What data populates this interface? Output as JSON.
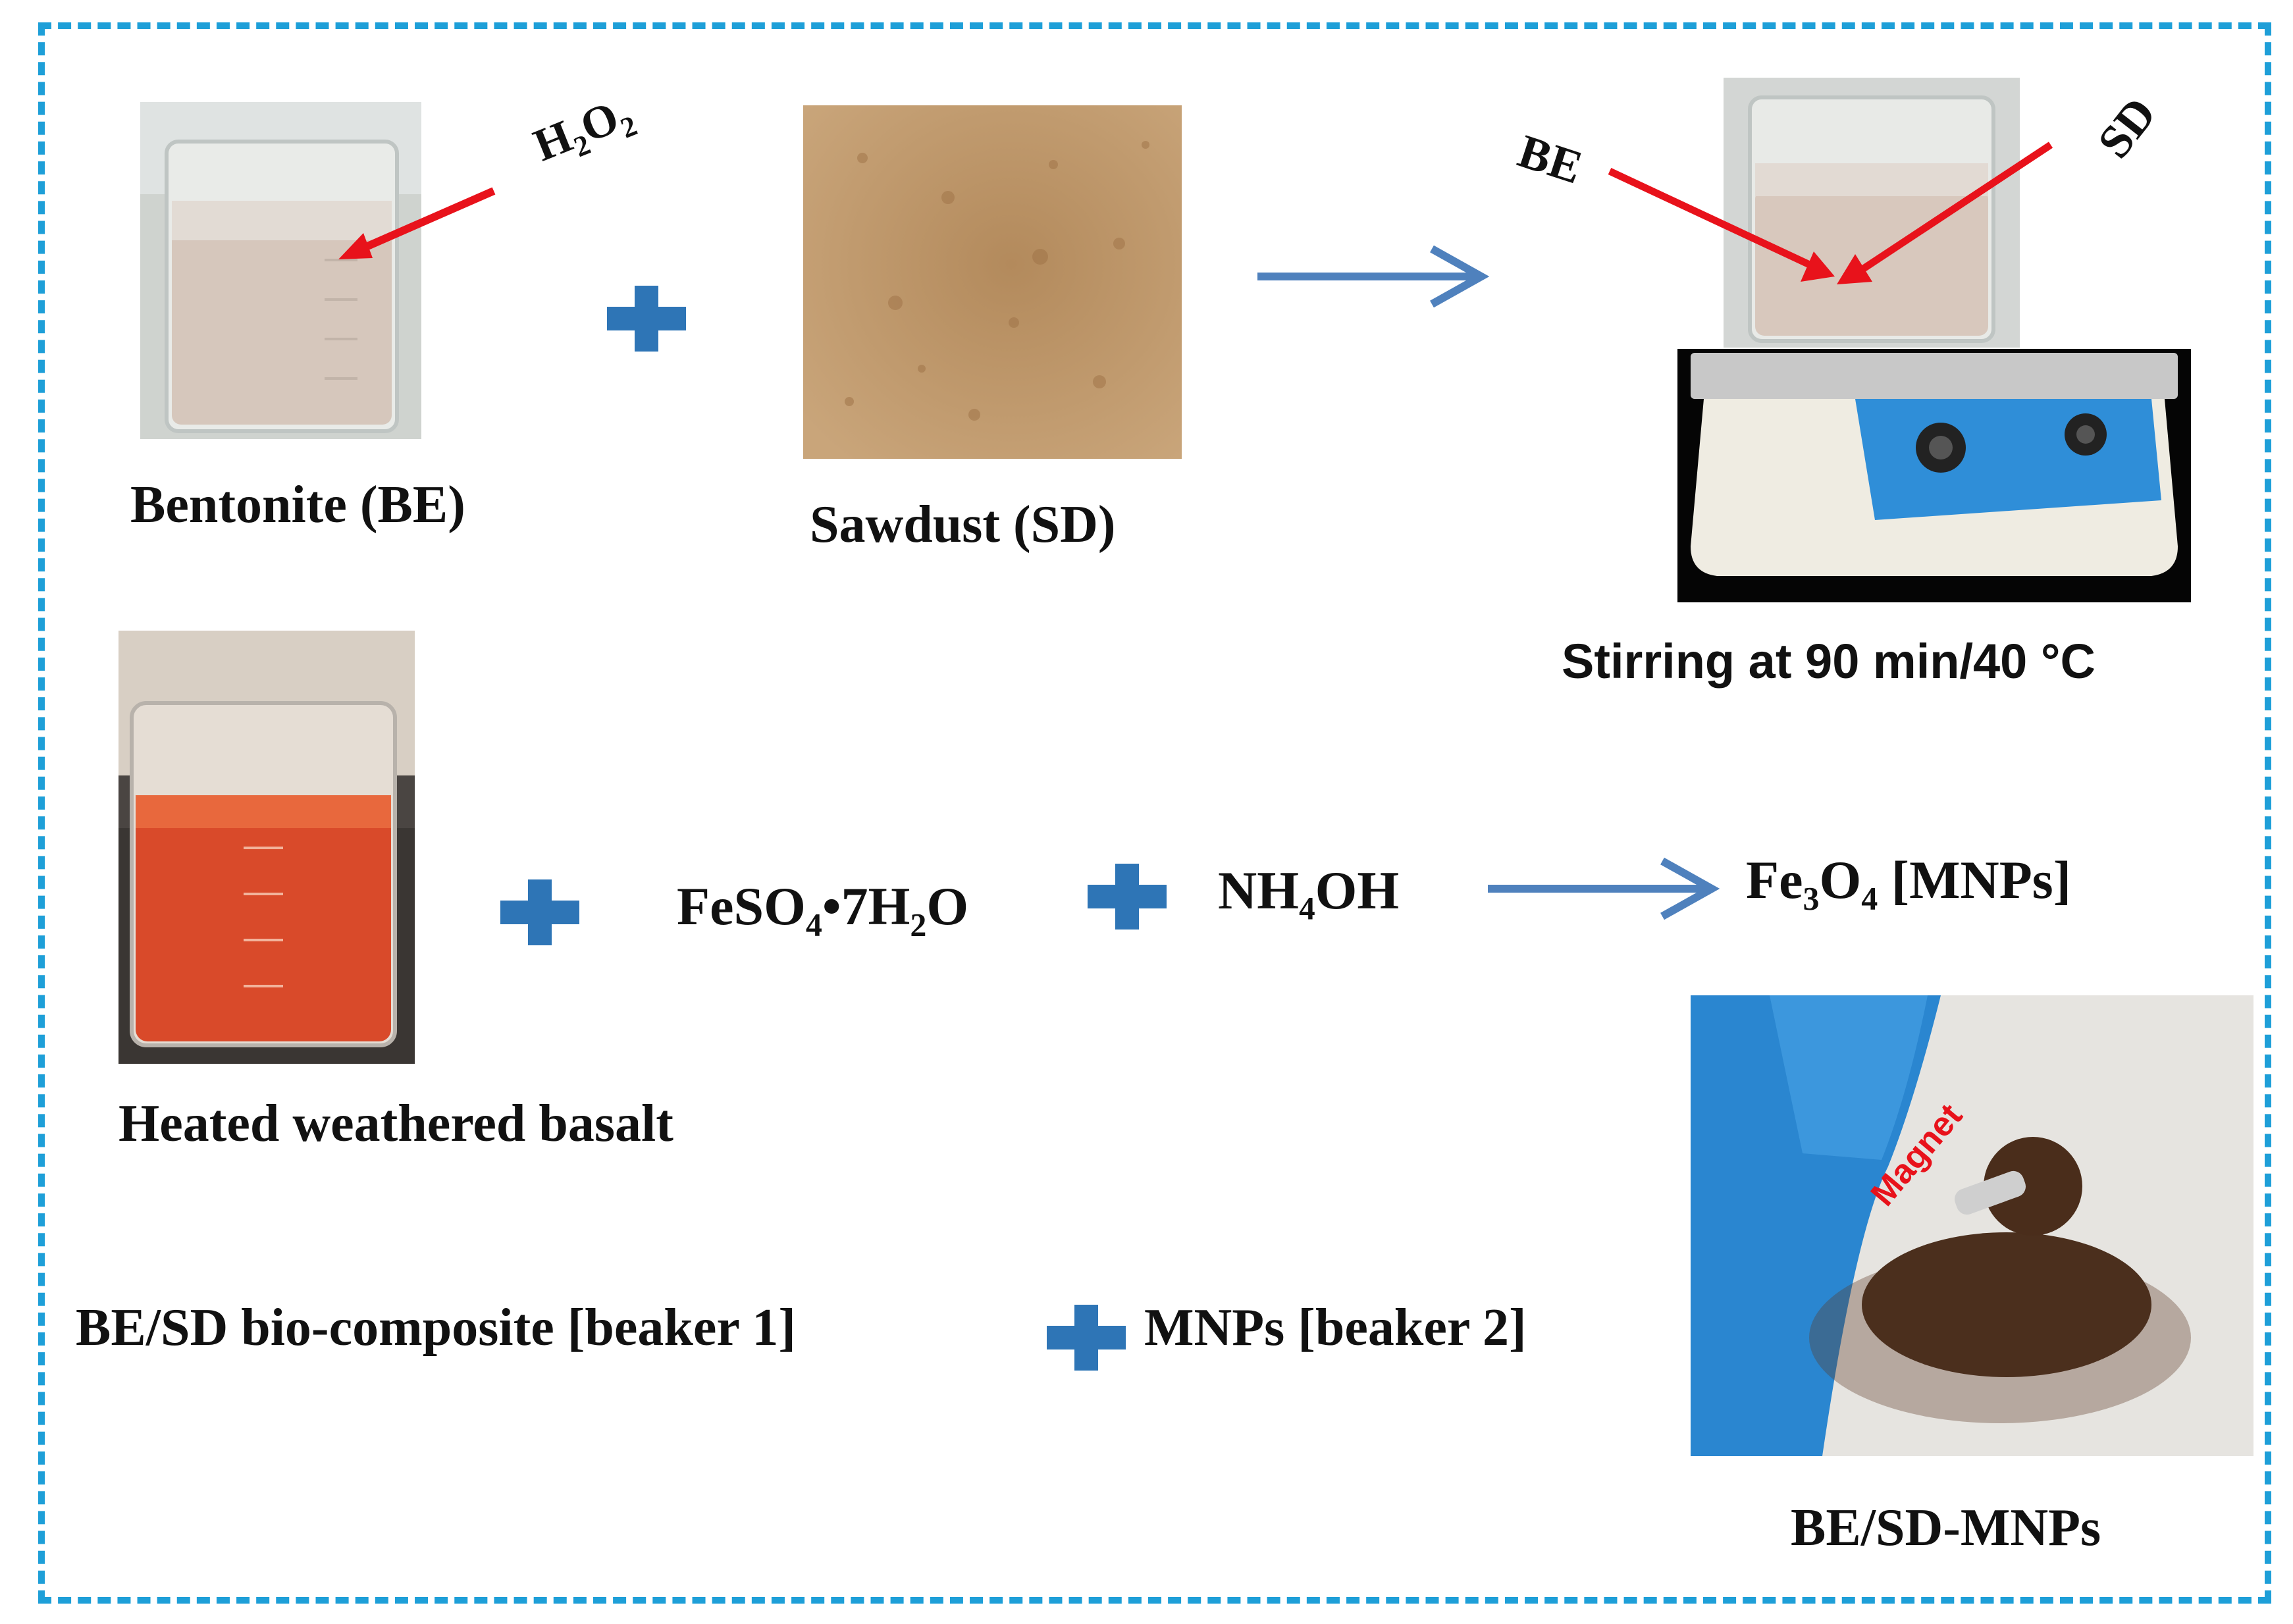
{
  "colors": {
    "frame": "#1e9fd8",
    "arrow": "#4f81bd",
    "plus": "#2e75b6",
    "pointer": "#e8121b"
  },
  "labels": {
    "bentonite": "Bentonite  (BE)",
    "sawdust": "Sawdust  (SD)",
    "stirring": "Stirring  at 90 min/40 °C",
    "basalt": "Heated weathered basalt",
    "composite": "BE/SD bio-composite [beaker 1]",
    "mnps_beaker": "MNPs [beaker 2]",
    "product": "BE/SD-MNPs"
  },
  "pointers": {
    "h2o2": {
      "base1": "H",
      "sub1": "2",
      "base2": "O",
      "sub2": "2"
    },
    "be": "BE",
    "sd": "SD",
    "magnet": "Magnet"
  },
  "formulas": {
    "feso4": {
      "a": "FeSO",
      "s1": "4",
      "b": "•7H",
      "s2": "2",
      "c": "O"
    },
    "nh4oh": "NH₄OH",
    "fe3o4": {
      "a": "Fe",
      "s1": "3",
      "b": "O",
      "s2": "4",
      "c": " [MNPs]"
    }
  }
}
